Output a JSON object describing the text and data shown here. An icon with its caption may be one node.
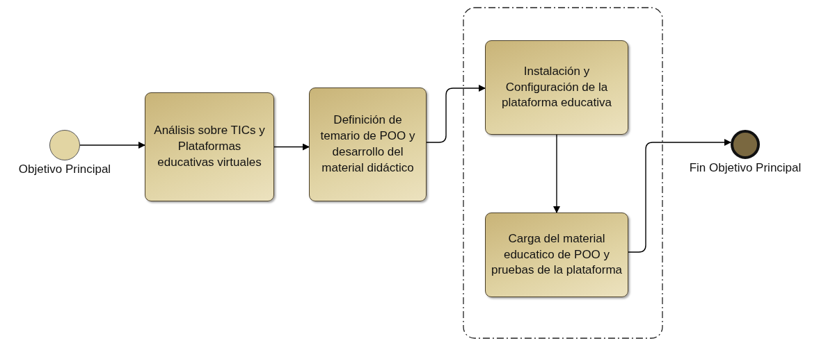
{
  "diagram": {
    "nodes": [
      {
        "text": [],
        "shape": "circle",
        "beside": [
          "Objetivo Principal"
        ]
      },
      {
        "text": [
          "Análisis sobre TICs y Plataformas educativas virtuales"
        ]
      },
      {
        "text": [
          "Definición de temario de POO y desarrollo del material didáctico"
        ]
      },
      {
        "text": [],
        "shape": "box"
      },
      {
        "text": [
          "Instalación y Configuración de la plataforma educativa"
        ],
        "in": 3
      },
      {
        "text": [
          "Carga del material educatico de POO y pruebas de la plataforma"
        ],
        "in": 3
      },
      {
        "text": [],
        "shape": "circle",
        "beside": [
          "Fin Objetivo Principal"
        ]
      }
    ],
    "edges": [
      {
        "from": 0,
        "to": 1,
        "arrow": "to"
      },
      {
        "from": 1,
        "to": 2,
        "arrow": "to"
      },
      {
        "from": 2,
        "to": 4,
        "arrow": "to"
      },
      {
        "from": 4,
        "to": 5,
        "arrow": "to"
      },
      {
        "from": 5,
        "to": 6,
        "arrow": "to"
      }
    ]
  }
}
